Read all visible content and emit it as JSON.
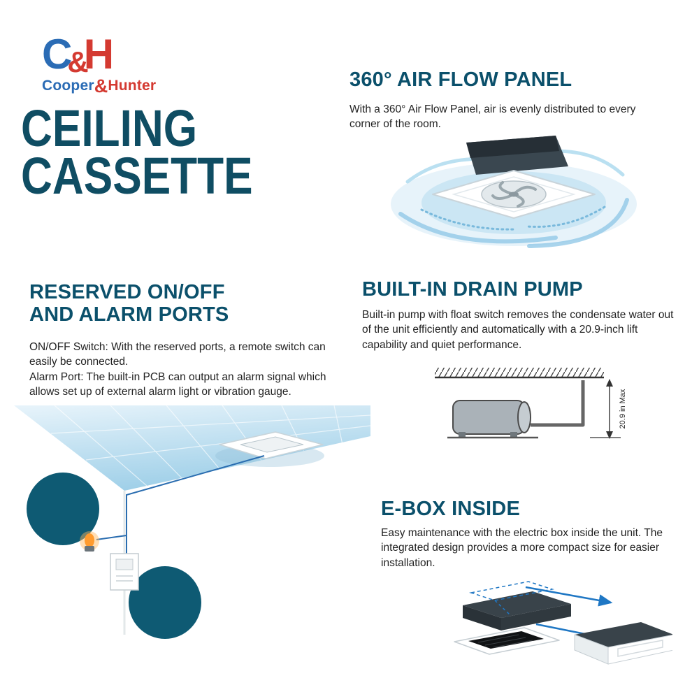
{
  "logo": {
    "mark_c": "C",
    "mark_amp": "&",
    "mark_h": "H",
    "name_cooper": "Cooper",
    "name_amp": "&",
    "name_hunter": "Hunter"
  },
  "title": {
    "line1": "CEILING",
    "line2": "CASSETTE"
  },
  "sections": {
    "airflow": {
      "heading": "360° AIR FLOW PANEL",
      "body": "With a 360° Air Flow Panel, air is evenly distributed to every corner of the room."
    },
    "ports": {
      "heading_line1": "RESERVED ON/OFF",
      "heading_line2": "AND ALARM PORTS",
      "body_onoff": "ON/OFF Switch: With the reserved ports, a remote switch can easily be connected.",
      "body_alarm": "Alarm Port: The built-in PCB can output an alarm signal which allows set up of external alarm light or vibration gauge."
    },
    "drainpump": {
      "heading": "BUILT-IN DRAIN PUMP",
      "body": "Built-in pump with float switch removes the condensate water out of the unit efficiently and automatically with a 20.9-inch lift capability and quiet performance.",
      "dim_label": "20.9 in Max"
    },
    "ebox": {
      "heading": "E-BOX INSIDE",
      "body": "Easy maintenance with the electric box inside the unit. The integrated design provides a more compact size for easier installation."
    }
  },
  "colors": {
    "heading_teal": "#0b506b",
    "title_teal": "#0f4d63",
    "logo_blue": "#2b6cb5",
    "logo_red": "#d43a31",
    "circle_teal": "#0e5a73",
    "arrow_blue": "#1f77c4",
    "ceiling_light_blue": "#9ecfe8",
    "alarm_orange": "#ff9b2e"
  }
}
